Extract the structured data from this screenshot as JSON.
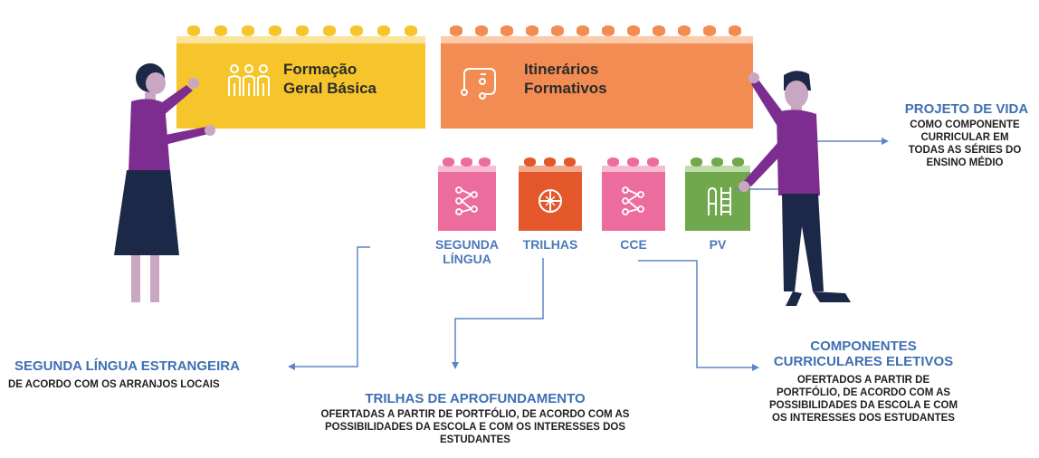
{
  "blocks": {
    "fgb": {
      "line1": "Formação",
      "line2": "Geral Básica",
      "color": "#f6c52b"
    },
    "itinerarios": {
      "line1": "Itinerários",
      "line2": "Formativos",
      "color": "#f38c52"
    }
  },
  "small_blocks": {
    "segunda": {
      "label_line1": "SEGUNDA",
      "label_line2": "LÍNGUA",
      "color": "#ec6d9d"
    },
    "trilhas": {
      "label": "TRILHAS",
      "color": "#e3572b"
    },
    "cce": {
      "label": "CCE",
      "color": "#ec6d9d"
    },
    "pv": {
      "label": "PV",
      "color": "#72a84d"
    }
  },
  "callouts": {
    "projeto": {
      "title": "PROJETO DE VIDA",
      "line1": "COMO COMPONENTE",
      "line2": "CURRICULAR EM",
      "line3": "TODAS AS SÉRIES DO",
      "line4": "ENSINO MÉDIO"
    },
    "segunda": {
      "title": "SEGUNDA LÍNGUA ESTRANGEIRA",
      "line1": "DE ACORDO COM OS ARRANJOS LOCAIS"
    },
    "trilhas": {
      "title": "TRILHAS DE APROFUNDAMENTO",
      "line1": "OFERTADAS A PARTIR DE PORTFÓLIO, DE ACORDO COM AS",
      "line2": "POSSIBILIDADES DA ESCOLA E COM OS INTERESSES DOS",
      "line3": "ESTUDANTES"
    },
    "componentes": {
      "title1": "COMPONENTES",
      "title2": "CURRICULARES ELETIVOS",
      "line1": "OFERTADOS A PARTIR DE",
      "line2": "PORTFÓLIO, DE ACORDO COM AS",
      "line3": "POSSIBILIDADES DA ESCOLA E COM",
      "line4": "OS INTERESSES DOS ESTUDANTES"
    }
  },
  "colors": {
    "connector": "#5b86c5",
    "figure_purple": "#7d2c8f",
    "figure_dark": "#1b2847",
    "skin": "#c9a7c2"
  },
  "icons": {
    "fgb": "people-icon",
    "itinerarios": "route-icon",
    "segunda": "network-icon",
    "trilhas": "compass-icon",
    "cce": "network-icon",
    "pv": "ladder-icon"
  }
}
